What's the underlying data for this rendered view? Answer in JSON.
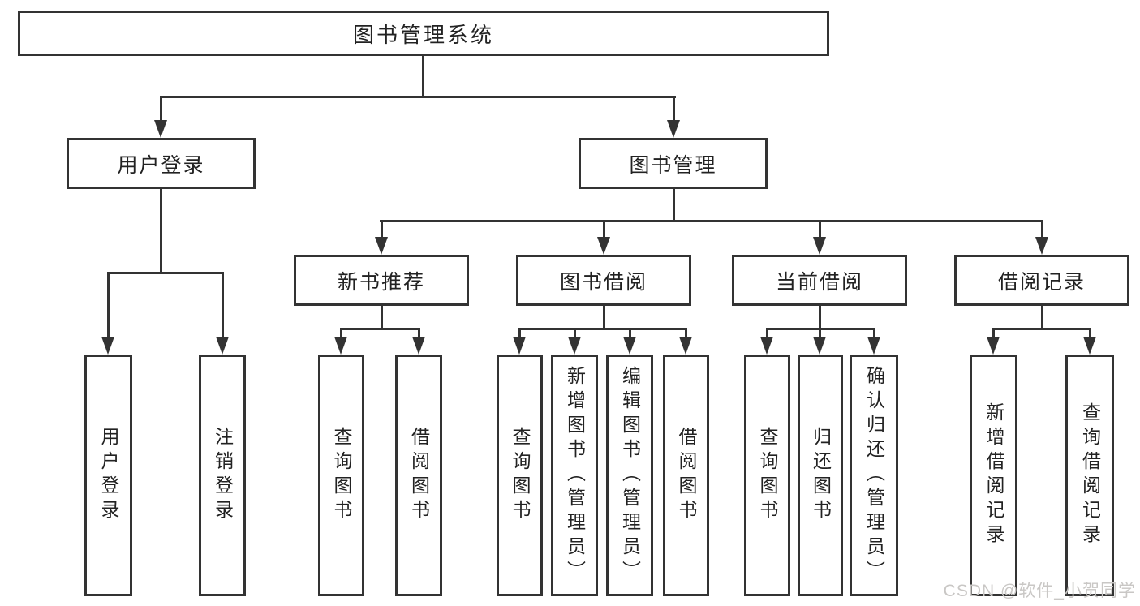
{
  "diagram": {
    "root_label": "图书管理系统",
    "level2": {
      "user_login": "用户登录",
      "book_mgmt": "图书管理"
    },
    "level3": {
      "new_book_rec": "新书推荐",
      "book_borrow": "图书借阅",
      "current_borrow": "当前借阅",
      "borrow_record": "借阅记录"
    },
    "leaves": {
      "user_login": "用户登录",
      "logout": "注销登录",
      "newbook_query": "查询图书",
      "newbook_borrow": "借阅图书",
      "borrow_query": "查询图书",
      "borrow_add": "新增图书（管理员）",
      "borrow_edit": "编辑图书（管理员）",
      "borrow_borrow": "借阅图书",
      "current_query": "查询图书",
      "current_return": "归还图书",
      "current_confirm": "确认归还（管理员）",
      "record_add": "新增借阅记录",
      "record_query": "查询借阅记录"
    },
    "watermark": "CSDN @软件_小贺同学",
    "colors": {
      "line": "#333333",
      "text": "#222222",
      "box_background": "#ffffff",
      "watermark": "#c9c7c5"
    }
  }
}
